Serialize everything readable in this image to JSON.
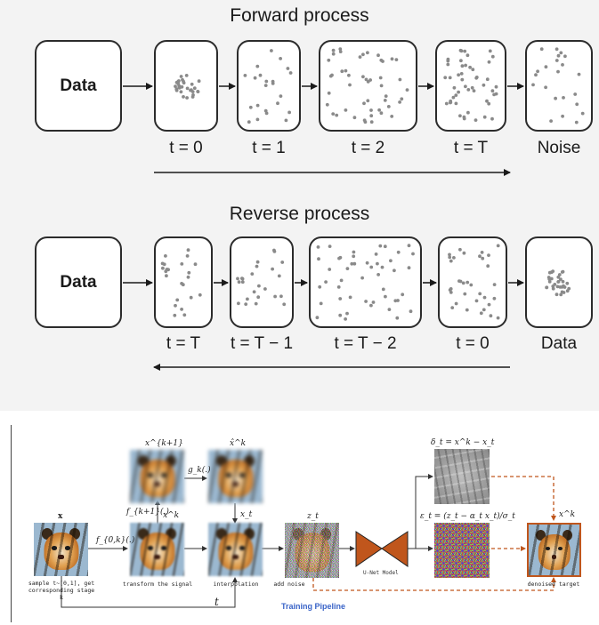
{
  "forward": {
    "title": "Forward process",
    "start_label": "Data",
    "t_labels": [
      "t = 0",
      "t = 1",
      "t = 2",
      "t = T"
    ],
    "end_label": "Noise"
  },
  "reverse": {
    "title": "Reverse process",
    "start_label": "Data",
    "t_labels": [
      "t = T",
      "t = T − 1",
      "t = T − 2",
      "t = 0"
    ],
    "end_label": "Data"
  },
  "pipeline": {
    "title": "Training Pipeline",
    "captions": {
      "sample": "sample t~[0,1], get\ncorresponding stage k",
      "transform": "transform the signal",
      "interpolation": "interpolation",
      "add_noise": "add noise",
      "unet": "U-Net Model",
      "target": "denoised target"
    },
    "math": {
      "x": "x",
      "x_k1": "x^{k+1}",
      "x_k_top": "x̂^k",
      "x_k_mid": "x^k",
      "x_t": "x_t",
      "z_t": "z_t",
      "x_k_out": "x^k",
      "f0k": "f_{0,k}(.)",
      "fk1": "f_{k+1}(.)",
      "gk": "g_k(.)",
      "t": "t",
      "delta": "δ_t = x^k − x_t",
      "eps": "ε_t = (z_t − α_t x_t)/σ_t"
    }
  },
  "colors": {
    "orange": "#c0561c",
    "arrow": "#1a1a1a",
    "dot": "#8a8a8a",
    "blue": "#3a64c8"
  }
}
